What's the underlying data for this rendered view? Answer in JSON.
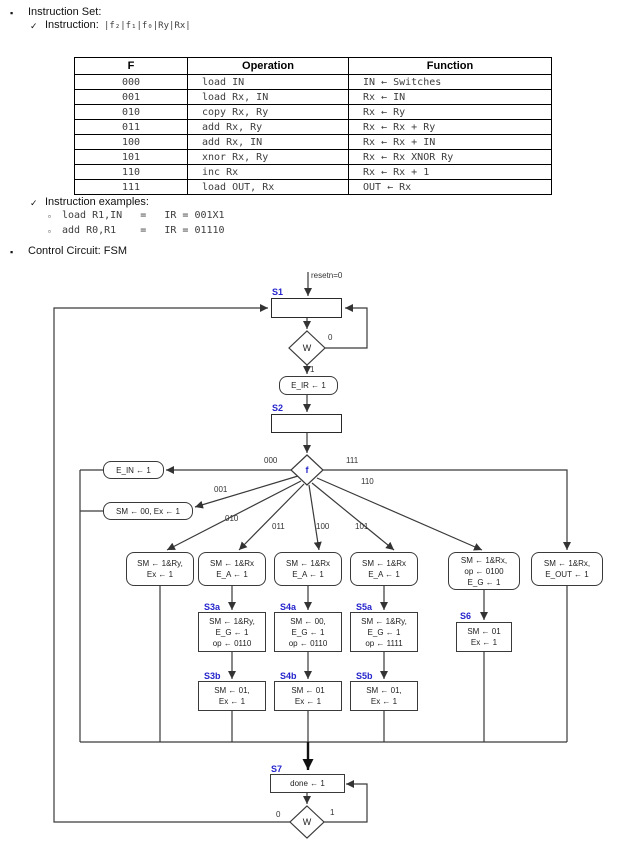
{
  "icons": {
    "square_bullet": "▪",
    "check_bullet": "✓",
    "open_bullet": "▫"
  },
  "header": {
    "bullet1": "Instruction Set:",
    "check1": "Instruction:",
    "encoding": "|f₂|f₁|f₀|Ry|Rx|",
    "check2": "Instruction examples:",
    "example1": "load R1,IN   =   IR = 001X1",
    "example2": "add R0,R1    =   IR = 01110",
    "bullet2": "Control Circuit: FSM"
  },
  "table": {
    "headers": [
      "F",
      "Operation",
      "Function"
    ],
    "rows": [
      [
        "000",
        "load IN",
        "IN ← Switches"
      ],
      [
        "001",
        "load Rx, IN",
        "Rx ← IN"
      ],
      [
        "010",
        "copy Rx, Ry",
        "Rx ← Ry"
      ],
      [
        "011",
        "add Rx, Ry",
        "Rx ← Rx + Ry"
      ],
      [
        "100",
        "add Rx, IN",
        "Rx ← Rx + IN"
      ],
      [
        "101",
        "xnor Rx, Ry",
        "Rx ← Rx XNOR Ry"
      ],
      [
        "110",
        "inc Rx",
        "Rx ← Rx + 1"
      ],
      [
        "111",
        "load OUT, Rx",
        "OUT ← Rx"
      ]
    ]
  },
  "fsm": {
    "reset_label": "resetn=0",
    "labels": {
      "s1": "S1",
      "s2": "S2",
      "s3a": "S3a",
      "s4a": "S4a",
      "s5a": "S5a",
      "s6": "S6",
      "s3b": "S3b",
      "s4b": "S4b",
      "s5b": "S5b",
      "s7": "S7"
    },
    "decisions": {
      "w1": "W",
      "f": "f",
      "w2": "W"
    },
    "branch": {
      "b000": "000",
      "b001": "001",
      "b010": "010",
      "b011": "011",
      "b100": "100",
      "b101": "101",
      "b110": "110",
      "b111": "111"
    },
    "bits": {
      "w1_0": "0",
      "w1_1": "1",
      "w2_0": "0",
      "w2_1": "1"
    },
    "actions": {
      "e_ir": "E_IR ← 1",
      "e_in": "E_IN ← 1",
      "sm00": "SM ← 00, Ex ← 1",
      "r1b1": "SM ← 1&Ry,\nEx ← 1",
      "r1b2": "SM ← 1&Rx\nE_A ← 1",
      "r1b3": "SM ← 1&Rx\nE_A ← 1",
      "r1b4": "SM ← 1&Rx\nE_A ← 1",
      "r1b5": "SM ← 1&Rx,\nop ← 0100\nE_G ← 1",
      "r1b6": "SM ← 1&Rx,\nE_OUT ← 1",
      "s3a": "SM ← 1&Ry,\nE_G ← 1\nop ← 0110",
      "s4a": "SM ← 00,\nE_G ← 1\nop ← 0110",
      "s5a": "SM ← 1&Ry,\nE_G ← 1\nop ← 1111",
      "s6": "SM ← 01\nEx ← 1",
      "s3b": "SM ← 01,\nEx ← 1",
      "s4b": "SM ← 01\nEx ← 1",
      "s5b": "SM ← 01,\nEx ← 1",
      "s7": "done ← 1"
    }
  }
}
